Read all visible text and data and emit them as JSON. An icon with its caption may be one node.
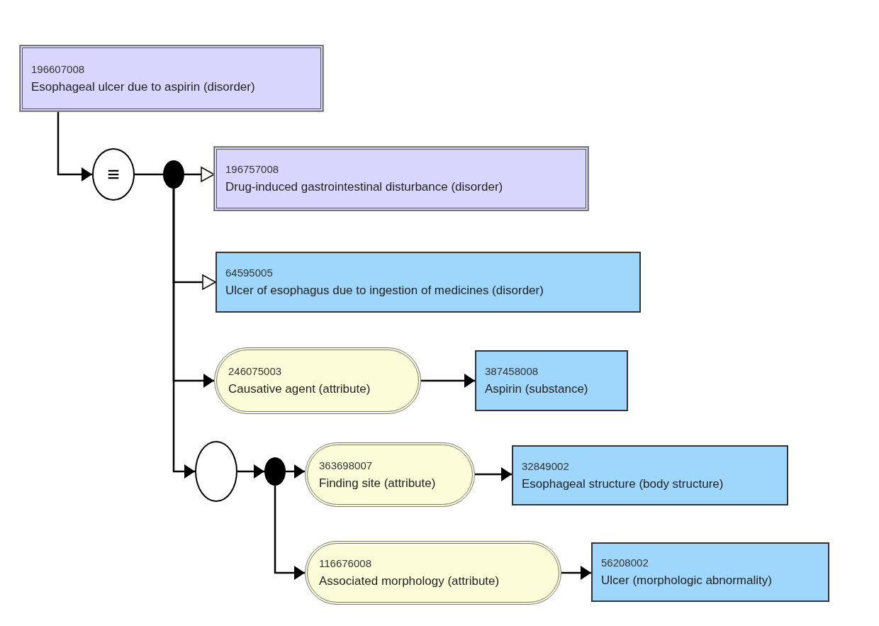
{
  "diagram": {
    "nodes": [
      {
        "text": [
          "196607008",
          "Esophageal ulcer due to aspirin (disorder)"
        ]
      },
      {
        "text": [
          "≡"
        ]
      },
      {
        "text": [],
        "shape": "circle"
      },
      {
        "text": [
          "196757008",
          "Drug-induced gastrointestinal disturbance (disorder)"
        ]
      },
      {
        "text": [
          "64595005",
          "Ulcer of esophagus due to ingestion of medicines (disorder)"
        ]
      },
      {
        "text": [
          "246075003",
          "Causative agent (attribute)"
        ]
      },
      {
        "text": [
          "387458008",
          "Aspirin (substance)"
        ]
      },
      {
        "text": [],
        "shape": "circle"
      },
      {
        "text": [],
        "shape": "circle"
      },
      {
        "text": [
          "363698007",
          "Finding site (attribute)"
        ]
      },
      {
        "text": [
          "32849002",
          "Esophageal structure (body structure)"
        ]
      },
      {
        "text": [
          "116676008",
          "Associated morphology (attribute)"
        ]
      },
      {
        "text": [
          "56208002",
          "Ulcer (morphologic abnormality)"
        ]
      }
    ],
    "edges": [
      {
        "from": 0,
        "to": 1,
        "arrow": "to"
      },
      {
        "from": 1,
        "to": 2,
        "arrow": "none"
      },
      {
        "from": 2,
        "to": 3,
        "arrow": "to"
      },
      {
        "from": 2,
        "to": 4,
        "arrow": "to"
      },
      {
        "from": 2,
        "to": 5,
        "arrow": "to"
      },
      {
        "from": 2,
        "to": 7,
        "arrow": "to"
      },
      {
        "from": 5,
        "to": 6,
        "arrow": "to"
      },
      {
        "from": 7,
        "to": 8,
        "arrow": "to"
      },
      {
        "from": 8,
        "to": 9,
        "arrow": "to"
      },
      {
        "from": 8,
        "to": 11,
        "arrow": "to"
      },
      {
        "from": 9,
        "to": 10,
        "arrow": "to"
      },
      {
        "from": 11,
        "to": 12,
        "arrow": "to"
      }
    ]
  }
}
